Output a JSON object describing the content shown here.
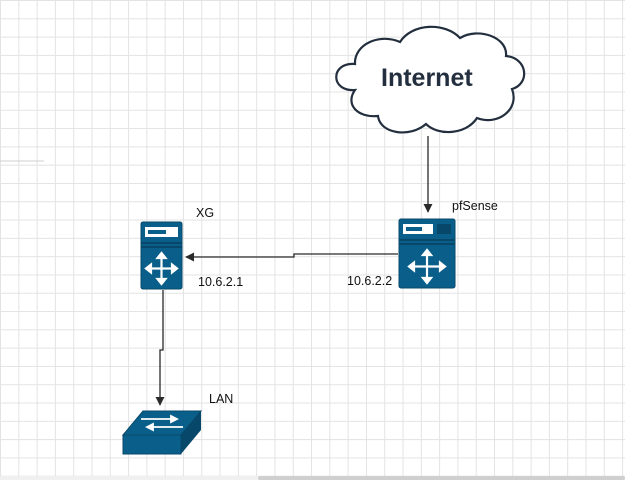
{
  "diagram": {
    "nodes": {
      "internet": {
        "label": "Internet",
        "shape": "cloud"
      },
      "pfsense": {
        "label": "pfSense",
        "ip_label": "10.6.2.2",
        "shape": "server-router"
      },
      "xg": {
        "label": "XG",
        "ip_label": "10.6.2.1",
        "shape": "server-router"
      },
      "lan": {
        "label": "LAN",
        "shape": "switch"
      }
    },
    "edges": [
      {
        "from": "internet",
        "to": "pfsense"
      },
      {
        "from": "pfsense",
        "to": "xg"
      },
      {
        "from": "xg",
        "to": "lan"
      }
    ],
    "colors": {
      "device_fill": "#0a5f8a",
      "device_dark": "#07486a",
      "cloud_stroke": "#232f3e",
      "cloud_text": "#232f3e",
      "connector": "#2a2a2a",
      "grid": "#e3e3e3"
    }
  }
}
